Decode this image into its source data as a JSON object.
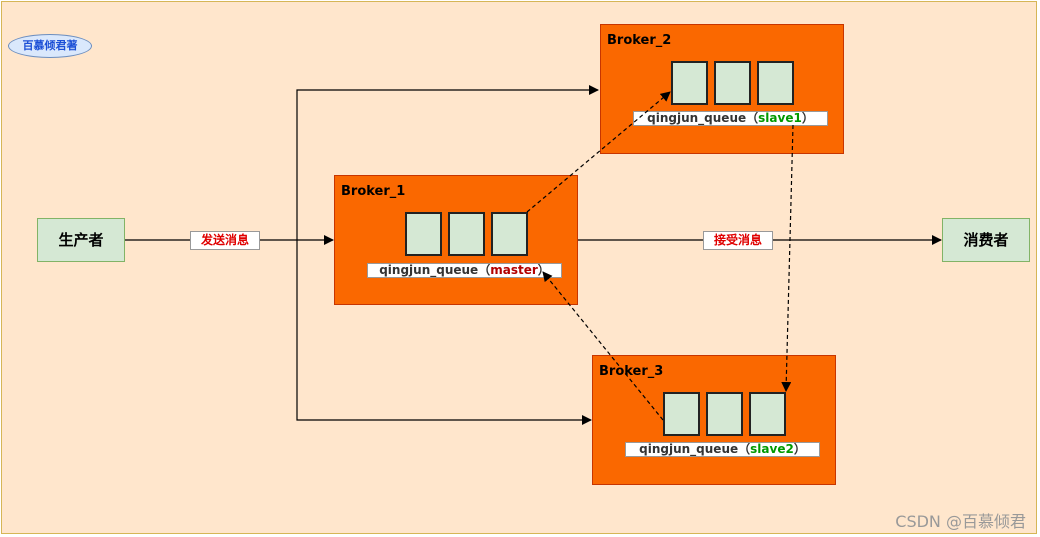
{
  "tag": "百慕倾君著",
  "producer": "生产者",
  "consumer": "消费者",
  "send_label": "发送消息",
  "receive_label": "接受消息",
  "brokers": [
    {
      "title": "Broker_1",
      "queue": "qingjun_queue",
      "role": "master"
    },
    {
      "title": "Broker_2",
      "queue": "qingjun_queue",
      "role": "slave1"
    },
    {
      "title": "Broker_3",
      "queue": "qingjun_queue",
      "role": "slave2"
    }
  ],
  "watermark": "CSDN @百慕倾君"
}
